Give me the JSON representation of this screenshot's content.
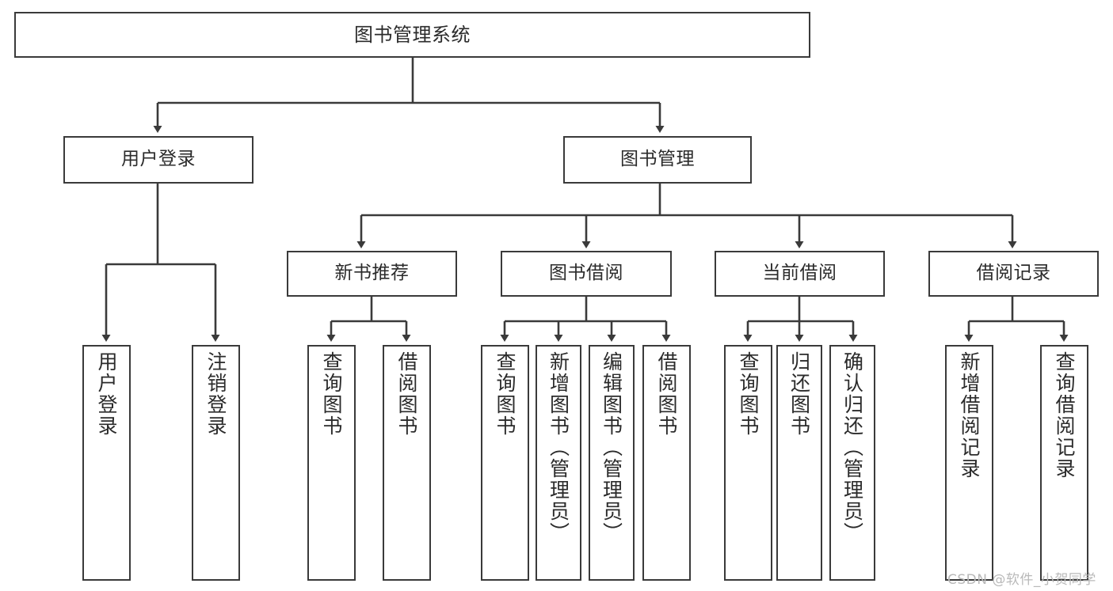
{
  "diagram": {
    "title": "图书管理系统",
    "type": "hierarchy-tree",
    "watermark": "CSDN @软件_小贺同学",
    "colors": {
      "box_border": "#3a3a3a",
      "box_fill": "#ffffff",
      "connector": "#3a3a3a",
      "text": "#2b2b2b",
      "watermark": "#b9b9b9",
      "background": "#ffffff"
    },
    "root": {
      "label": "图书管理系统"
    },
    "level1": [
      {
        "label": "用户登录"
      },
      {
        "label": "图书管理"
      }
    ],
    "level2": [
      {
        "label": "新书推荐"
      },
      {
        "label": "图书借阅"
      },
      {
        "label": "当前借阅"
      },
      {
        "label": "借阅记录"
      }
    ],
    "leaves": {
      "user_login": [
        {
          "label": "用户登录"
        },
        {
          "label": "注销登录"
        }
      ],
      "new_book_recommend": [
        {
          "label": "查询图书"
        },
        {
          "label": "借阅图书"
        }
      ],
      "book_borrow": [
        {
          "label": "查询图书"
        },
        {
          "label": "新增图书（管理员）"
        },
        {
          "label": "编辑图书（管理员）"
        },
        {
          "label": "借阅图书"
        }
      ],
      "current_borrow": [
        {
          "label": "查询图书"
        },
        {
          "label": "归还图书"
        },
        {
          "label": "确认归还（管理员）"
        }
      ],
      "borrow_record": [
        {
          "label": "新增借阅记录"
        },
        {
          "label": "查询借阅记录"
        }
      ]
    }
  }
}
